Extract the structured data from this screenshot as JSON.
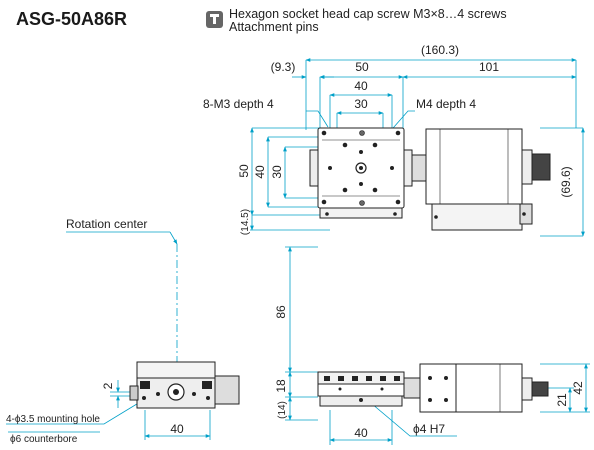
{
  "title": "ASG-50A86R",
  "legend": {
    "icon": "hex-screw-icon",
    "line1": "Hexagon socket head cap screw M3×8…4 screws",
    "line2": "Attachment pins"
  },
  "labels": {
    "m3_depth": "8-M3 depth 4",
    "m4_depth": "M4 depth 4",
    "rotation_center": "Rotation center",
    "mounting_hole": "4-ϕ3.5 mounting hole",
    "counterbore": "ϕ6 counterbore",
    "pin_hole": "ϕ4 H7"
  },
  "dims": {
    "total_length": "(160.3)",
    "offset_left": "(9.3)",
    "width_50": "50",
    "motor_101": "101",
    "pitch_40": "40",
    "pitch_30": "30",
    "height_50": "50",
    "height_40": "40",
    "height_30": "30",
    "offset_14_5": "(14.5)",
    "motor_height": "(69.6)",
    "height_86": "86",
    "height_18": "18",
    "height_14": "(14)",
    "base_40": "40",
    "base_40b": "40",
    "side_2": "2",
    "side_42": "42",
    "side_21": "21"
  }
}
